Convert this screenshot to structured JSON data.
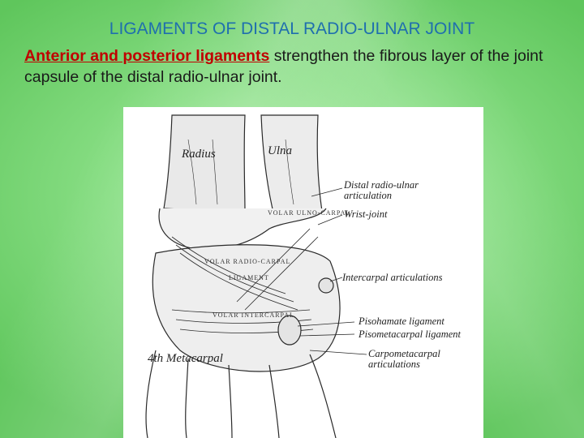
{
  "slide": {
    "title": "LIGAMENTS OF DISTAL RADIO-ULNAR JOINT",
    "highlight": "Anterior and posterior ligaments",
    "body_rest": " strengthen the fibrous layer of the joint capsule of the distal radio-ulnar joint."
  },
  "figure": {
    "bone_labels": {
      "radius": "Radius",
      "ulna": "Ulna",
      "fourth_metacarpal": "4th Metacarpal"
    },
    "callouts": [
      "Distal radio-ulnar articulation",
      "Wrist-joint",
      "Intercarpal articulations",
      "Pisohamate ligament",
      "Pisometacarpal ligament",
      "Carpometacarpal articulations"
    ],
    "ligament_labels": {
      "volar_radio_carpal": "VOLAR RADIO-CARPAL",
      "ligament": "LIGAMENT",
      "volar_intercarpal": "VOLAR INTERCARPAL",
      "volar_ulno_carpal": "VOLAR ULNO-CARPAL"
    },
    "colors": {
      "ink": "#2a2a2a",
      "paper": "#ffffff"
    }
  }
}
